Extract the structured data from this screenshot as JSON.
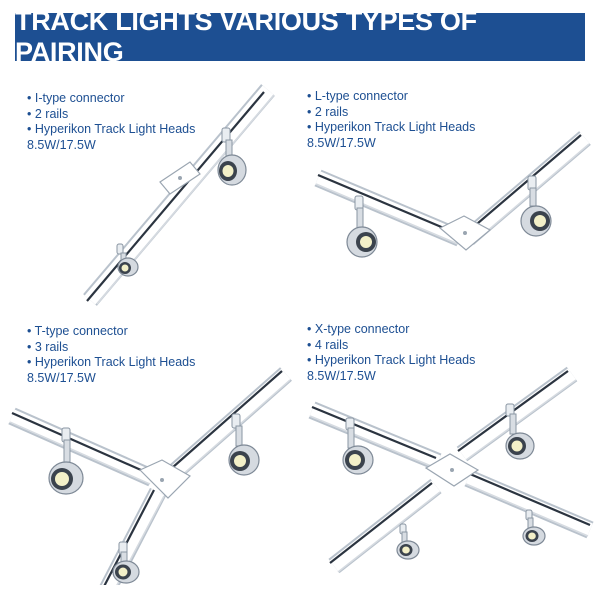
{
  "title": "TRACK LIGHTS VARIOUS TYPES OF PAIRING",
  "colors": {
    "banner": "#1d4f92",
    "caption_text": "#1d4f92",
    "rail": "#ffffff",
    "rail_groove": "#2b3440",
    "lamp_glow": "#f3f0c8"
  },
  "panels": [
    {
      "connector": "I-type connector",
      "rails": "2 rails",
      "heads": "Hyperikon Track Light Heads",
      "wattage": "8.5W/17.5W"
    },
    {
      "connector": "L-type connector",
      "rails": "2 rails",
      "heads": "Hyperikon Track Light Heads",
      "wattage": "8.5W/17.5W"
    },
    {
      "connector": "T-type connector",
      "rails": "3 rails",
      "heads": "Hyperikon Track Light Heads",
      "wattage": "8.5W/17.5W"
    },
    {
      "connector": "X-type connector",
      "rails": "4 rails",
      "heads": "Hyperikon Track Light Heads",
      "wattage": "8.5W/17.5W"
    }
  ]
}
